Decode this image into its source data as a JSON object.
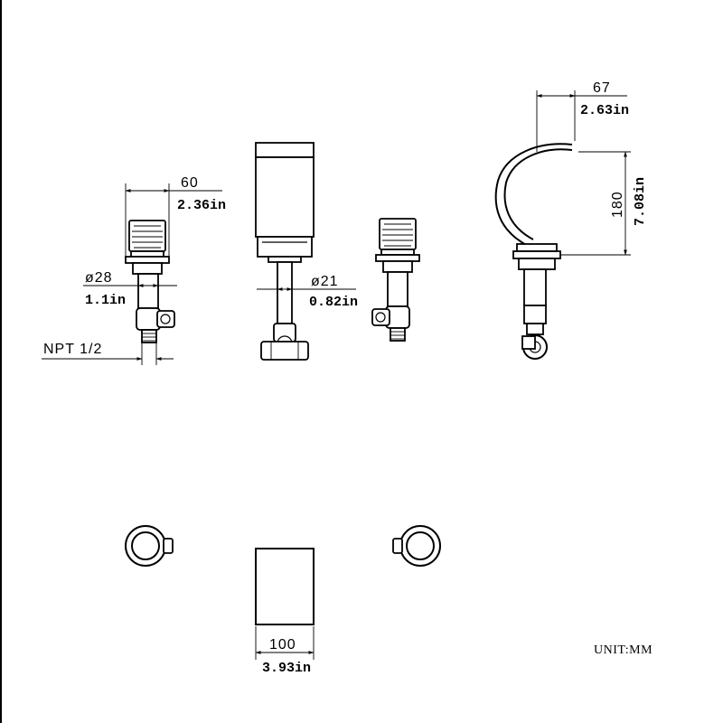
{
  "dimensions": {
    "handle_width_mm": "60",
    "handle_width_in": "2.36in",
    "handle_dia_mm": "ø28",
    "handle_dia_in": "1.1in",
    "thread": "NPT 1/2",
    "spout_shank_dia_mm": "ø21",
    "spout_shank_dia_in": "0.82in",
    "spout_reach_mm": "67",
    "spout_reach_in": "2.63in",
    "spout_height_mm": "180",
    "spout_height_in": "7.08in",
    "spout_base_mm": "100",
    "spout_base_in": "3.93in"
  },
  "unit_label": "UNIT:MM"
}
